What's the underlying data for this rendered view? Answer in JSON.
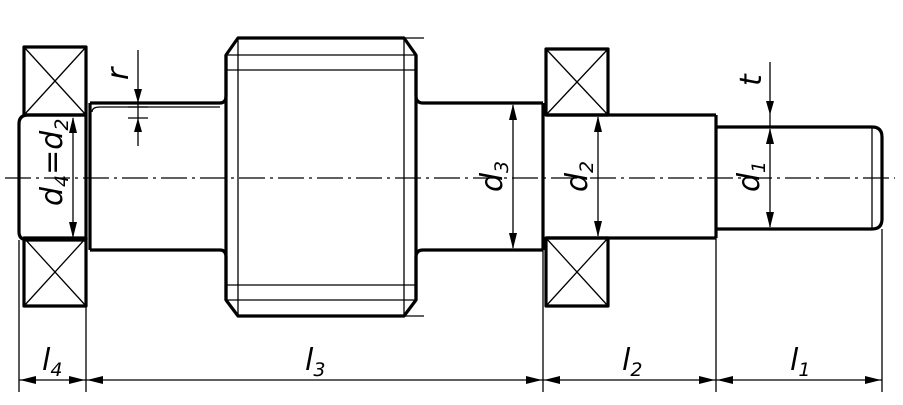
{
  "labels": {
    "d4_eq_d2": {
      "main": "d",
      "sub": "4",
      "eq": "=d",
      "sub2": "2"
    },
    "d3": {
      "main": "d",
      "sub": "3"
    },
    "d2": {
      "main": "d",
      "sub": "2"
    },
    "d1": {
      "main": "d",
      "sub": "1"
    },
    "r": "r",
    "t": "t",
    "l4": {
      "main": "l",
      "sub": "4"
    },
    "l3": {
      "main": "l",
      "sub": "3"
    },
    "l2": {
      "main": "l",
      "sub": "2"
    },
    "l1": {
      "main": "l",
      "sub": "1"
    }
  }
}
